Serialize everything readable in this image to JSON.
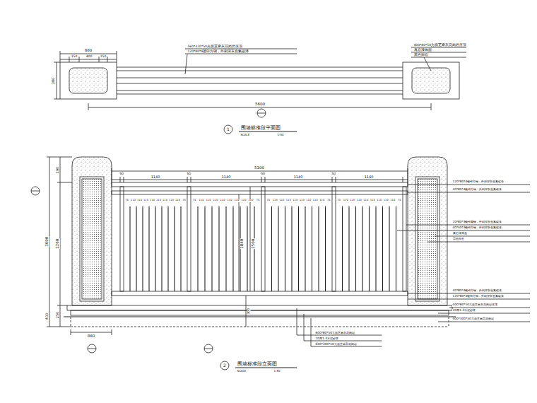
{
  "diagram": {
    "labels": [
      "880",
      "150",
      "400",
      "150",
      "380",
      "5600",
      "560*320*50光面芝麻灰花岗岩压顶",
      "120*80*4镀锌方钢，外刷深灰色氟碳漆",
      "400*80*50光面芝麻灰花岗岩压顶",
      "真石漆饰面",
      "黑色卵石",
      "1",
      "围墙标准段平面图",
      "SCALE",
      "1:50",
      "5100",
      "1140",
      "1140",
      "1140",
      "1140",
      "50",
      "50",
      "50",
      "50",
      "75",
      "110",
      "110",
      "110",
      "110",
      "110",
      "110",
      "110",
      "110",
      "75",
      "75",
      "110",
      "110",
      "110",
      "110",
      "110",
      "110",
      "110",
      "110",
      "75",
      "75",
      "110",
      "110",
      "110",
      "110",
      "110",
      "110",
      "110",
      "110",
      "75",
      "75",
      "110",
      "110",
      "110",
      "110",
      "110",
      "110",
      "110",
      "110",
      "75",
      "3600",
      "2260",
      "190",
      "400",
      "250",
      "2500",
      "1840",
      "880",
      "300",
      "120*80*4镀锌方钢，外刷深灰色氟碳漆",
      "40*80*4镀锌方钢，外刷深灰色氟碳漆",
      "20*80*3镀锌扁钢，外刷深灰色氟碳漆",
      "40*40*3镀锌方钢，外刷深灰色氟碳漆",
      "真石漆饰面",
      "黑色卵石",
      "40*80*4镀锌方钢，外刷深灰色氟碳漆",
      "120*80*4镀锌方钢，外刷深灰色氟碳漆",
      "400*80*50光面芝麻灰花岗岩压顶",
      "20厚1:3水泥砂浆",
      "400*300*50光面芝麻黑花岗岩",
      "600*80*50光面芝麻灰花岗岩",
      "20厚1:3水泥砂浆",
      "600*300*50光面芝麻黑花岗岩",
      "2",
      "围墙标准段立面图",
      "SCALE",
      "1:50"
    ]
  }
}
